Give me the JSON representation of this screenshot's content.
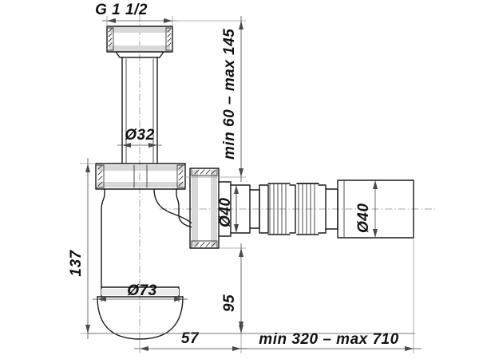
{
  "drawing": {
    "title": "Bottle trap technical dimension drawing",
    "background_color": "#ffffff",
    "line_color": "#1a1a1a",
    "dimension_line_color": "#4a4a4a",
    "extension_line_color": "#9a9a9a",
    "shade_color": "#d8d8d8"
  },
  "dimensions": {
    "thread_top": "G 1 1/2",
    "pipe_diameter": "Ø32",
    "inlet_height_range": "min 60 – max 145",
    "body_height": "137",
    "bowl_diameter": "Ø73",
    "outlet_diameter_near": "Ø40",
    "outlet_diameter_far": "Ø40",
    "outlet_height": "95",
    "body_offset": "57",
    "total_length_range": "min 320 – max 710"
  },
  "parts": {
    "top_nut": "top-coupling-nut",
    "inlet_pipe": "inlet-pipe",
    "body_nut": "body-coupling-nut",
    "bowl": "trap-bowl",
    "side_outlet_nut": "side-outlet-nut",
    "bellows_first": "corrugated-bellows-first",
    "bellows_second": "corrugated-bellows-second",
    "outlet_socket": "outlet-socket"
  }
}
